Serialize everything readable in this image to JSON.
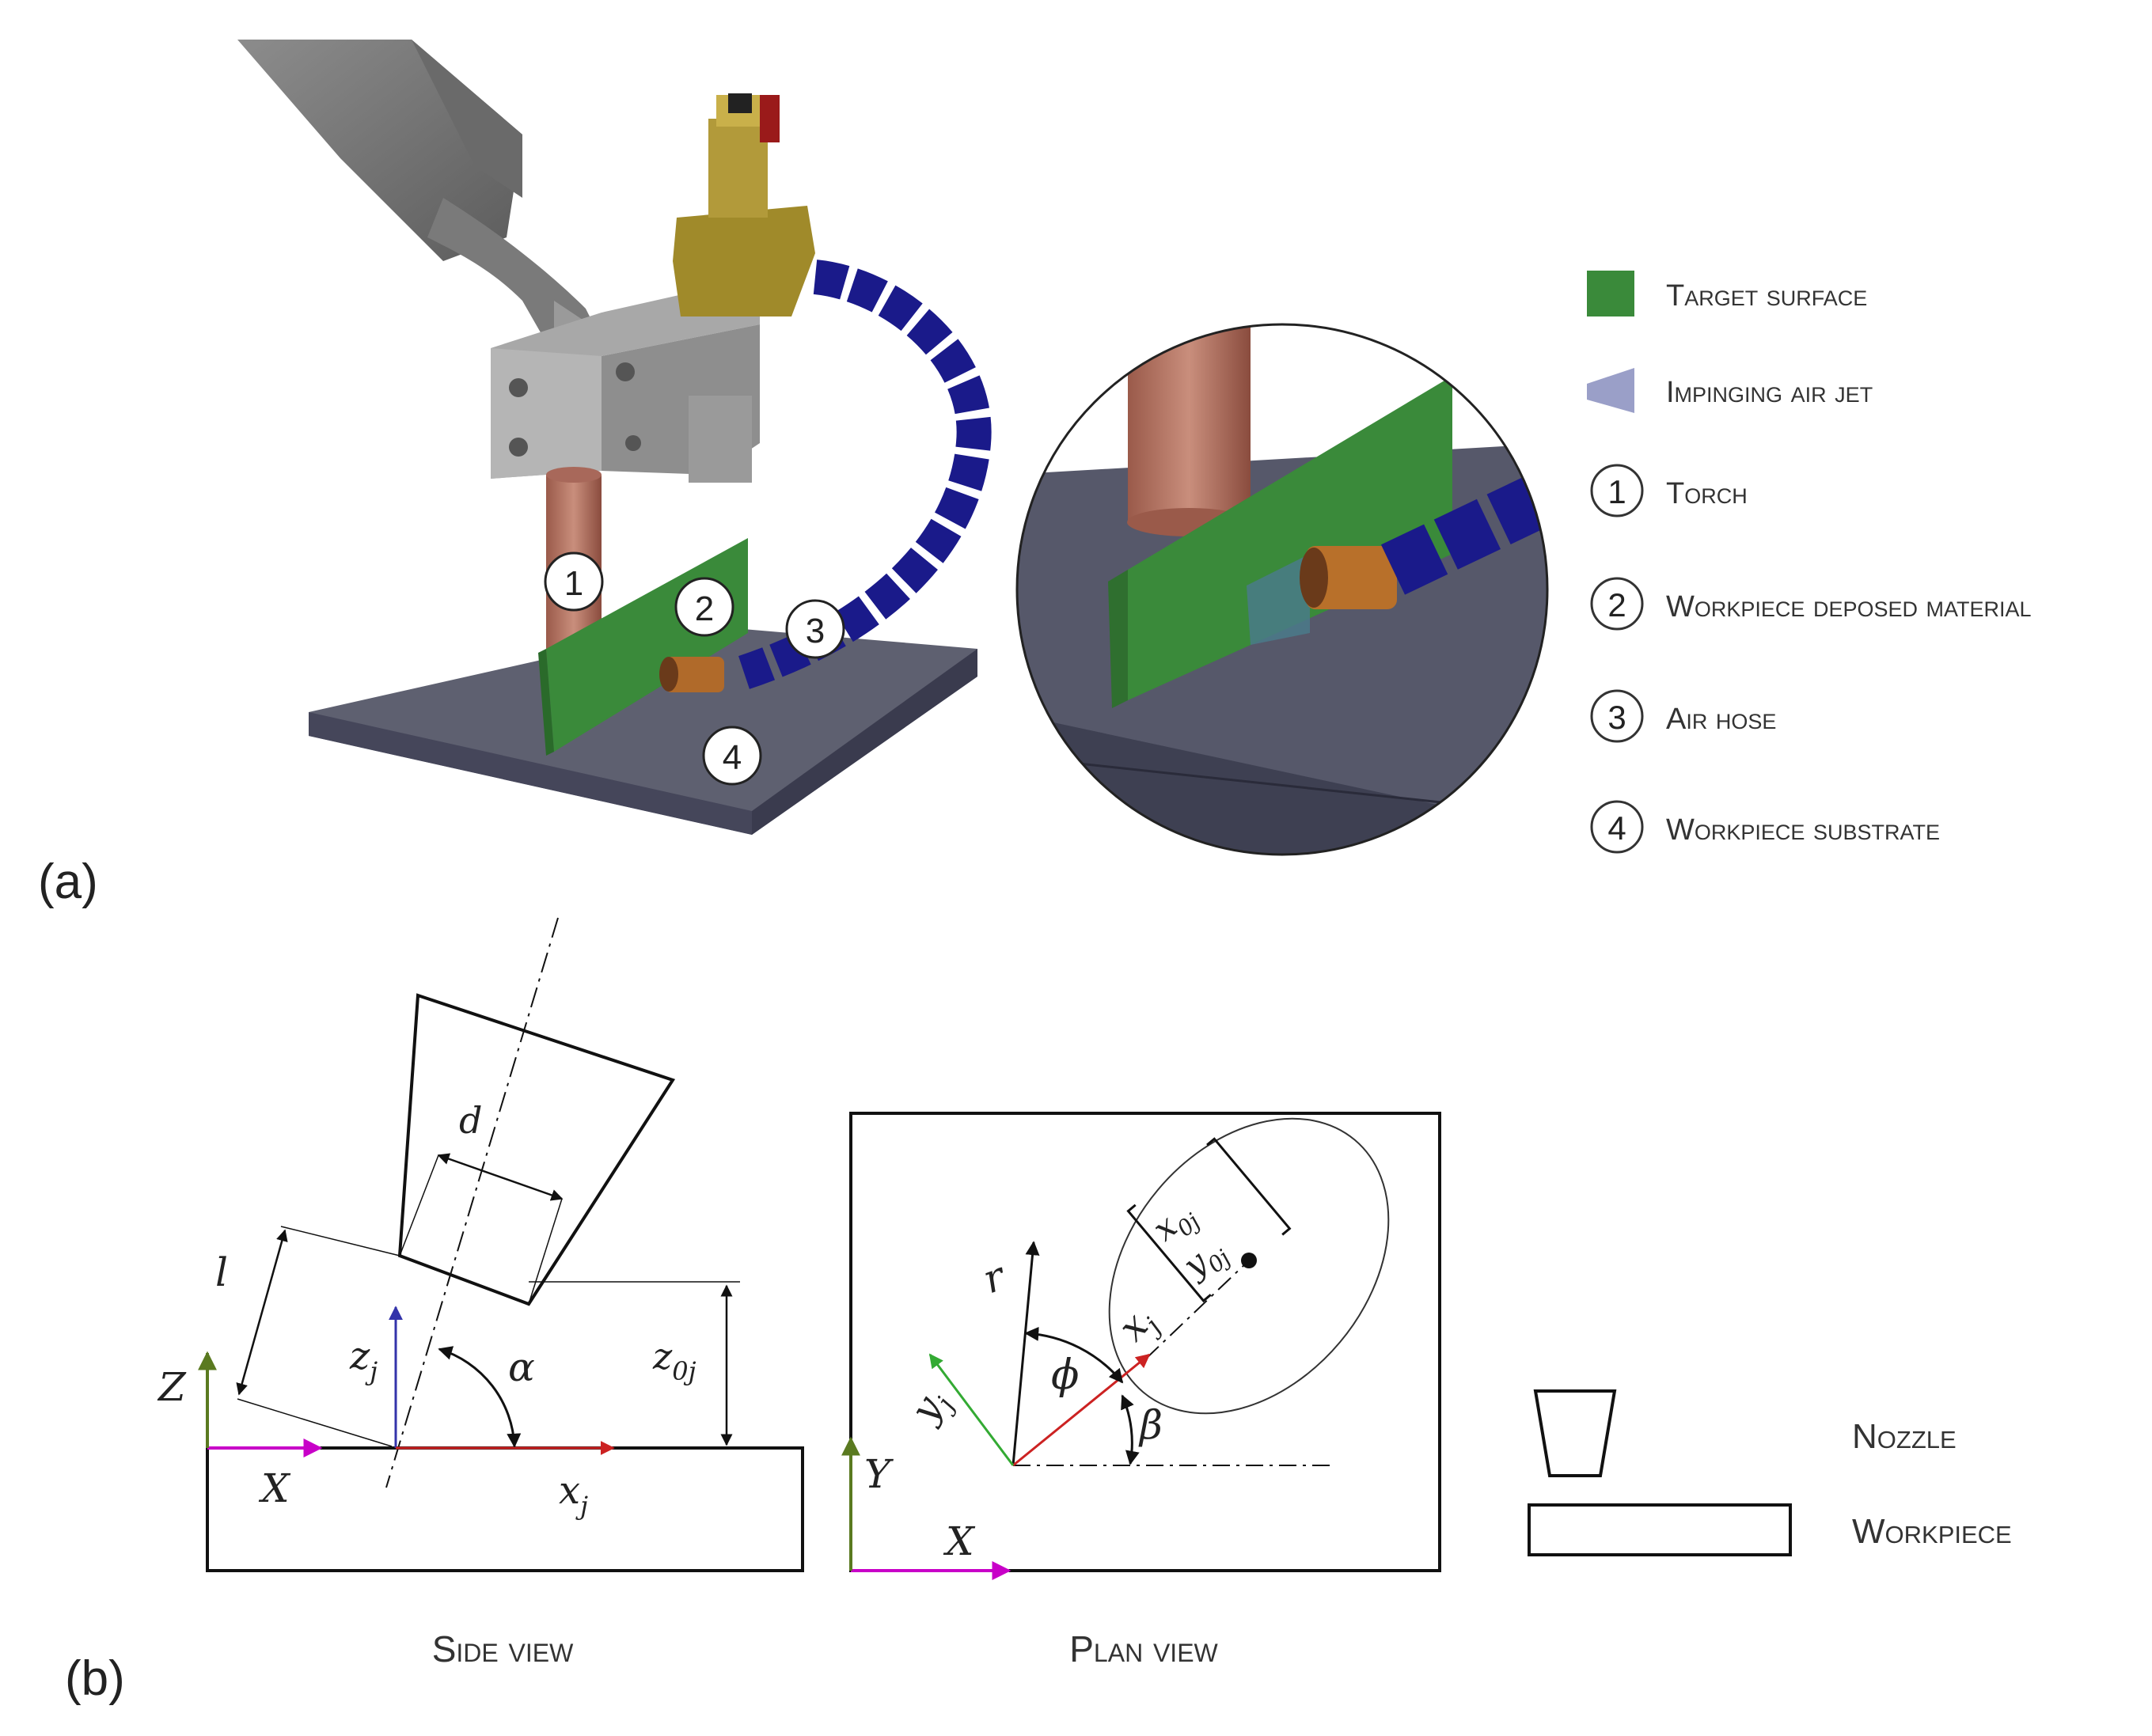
{
  "panel_labels": {
    "a": "(a)",
    "b": "(b)"
  },
  "legend_a": [
    {
      "key": "target",
      "label": "Target surface",
      "swatch_color": "#3a8a3a"
    },
    {
      "key": "jet",
      "label": "Impinging air jet",
      "swatch_color": "#9a9fc8"
    },
    {
      "key": "n1",
      "number": "1",
      "label": "Torch"
    },
    {
      "key": "n2",
      "number": "2",
      "label": "Workpiece deposed material"
    },
    {
      "key": "n3",
      "number": "3",
      "label": "Air hose"
    },
    {
      "key": "n4",
      "number": "4",
      "label": "Workpiece substrate"
    }
  ],
  "callouts_a": [
    "1",
    "2",
    "3",
    "4"
  ],
  "side_view": {
    "caption": "Side view",
    "symbols": {
      "d": "d",
      "l": "l",
      "Z": "Z",
      "X": "X",
      "zj_base": "z",
      "zj_sub": "j",
      "xj_base": "x",
      "xj_sub": "j",
      "alpha": "α",
      "z0j_base": "z",
      "z0j_sub": "0j"
    }
  },
  "plan_view": {
    "caption": "Plan view",
    "symbols": {
      "r": "r",
      "Y": "Y",
      "X": "X",
      "yj_base": "y",
      "yj_sub": "j",
      "xj_base": "x",
      "xj_sub": "j",
      "phi": "ϕ",
      "beta": "β",
      "x0j_base": "x",
      "x0j_sub": "0j",
      "y0j_base": "y",
      "y0j_sub": "0j"
    }
  },
  "legend_b": [
    {
      "key": "nozzle",
      "label": "Nozzle"
    },
    {
      "key": "workpiece",
      "label": "Workpiece"
    }
  ],
  "colors": {
    "axis_x": "#c800c8",
    "axis_z": "#5a7a20",
    "jet_z": "#3333aa",
    "jet_x": "#cc2222",
    "jet_y": "#33aa33",
    "torch": "#b87a6a",
    "hose": "#1a1a8a",
    "plate": "#5e6070",
    "target": "#3a8a3a"
  }
}
